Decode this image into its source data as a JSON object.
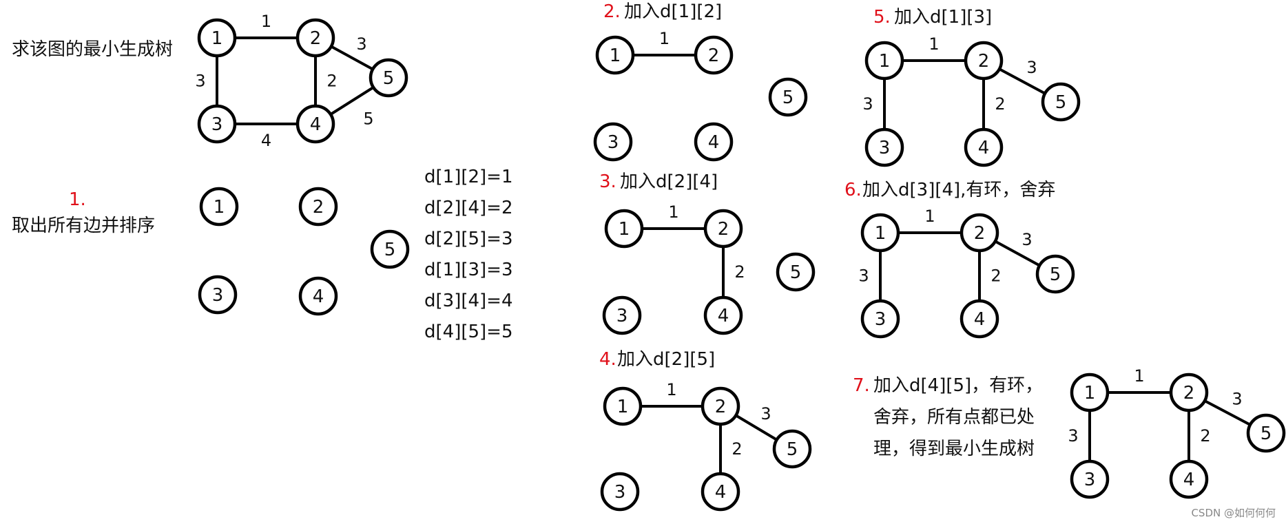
{
  "intro": {
    "title": "求该图的最小生成树",
    "step1_number": "1.",
    "step1_text": "取出所有边并排序"
  },
  "sorted_edges": [
    "d[1][2]=1",
    "d[2][4]=2",
    "d[2][5]=3",
    "d[1][3]=3",
    "d[3][4]=4",
    "d[4][5]=5"
  ],
  "steps": [
    {
      "number": "2.",
      "text": "加入d[1][2]"
    },
    {
      "number": "3.",
      "text": "加入d[2][4]"
    },
    {
      "number": "4.",
      "text": "加入d[2][5]"
    },
    {
      "number": "5.",
      "text": "加入d[1][3]"
    },
    {
      "number": "6.",
      "text": "加入d[3][4],有环，舍弃"
    },
    {
      "number": "7.",
      "lines": [
        "加入d[4][5]，有环，",
        "舍弃，所有点都已处",
        "理，得到最小生成树"
      ]
    }
  ],
  "graphs": [
    {
      "id": "original",
      "edges": [
        [
          "1",
          "2",
          "1"
        ],
        [
          "1",
          "3",
          "3"
        ],
        [
          "2",
          "4",
          "2"
        ],
        [
          "2",
          "5",
          "3"
        ],
        [
          "3",
          "4",
          "4"
        ],
        [
          "4",
          "5",
          "5"
        ]
      ]
    },
    {
      "id": "isolated",
      "edges": []
    },
    {
      "id": "step2",
      "edges": [
        [
          "1",
          "2",
          "1"
        ]
      ]
    },
    {
      "id": "step3",
      "edges": [
        [
          "1",
          "2",
          "1"
        ],
        [
          "2",
          "4",
          "2"
        ]
      ]
    },
    {
      "id": "step4",
      "edges": [
        [
          "1",
          "2",
          "1"
        ],
        [
          "2",
          "4",
          "2"
        ],
        [
          "2",
          "5",
          "3"
        ]
      ]
    },
    {
      "id": "step5",
      "edges": [
        [
          "1",
          "2",
          "1"
        ],
        [
          "1",
          "3",
          "3"
        ],
        [
          "2",
          "4",
          "2"
        ],
        [
          "2",
          "5",
          "3"
        ]
      ]
    },
    {
      "id": "step6",
      "edges": [
        [
          "1",
          "2",
          "1"
        ],
        [
          "1",
          "3",
          "3"
        ],
        [
          "2",
          "4",
          "2"
        ],
        [
          "2",
          "5",
          "3"
        ]
      ]
    },
    {
      "id": "final",
      "edges": [
        [
          "1",
          "2",
          "1"
        ],
        [
          "1",
          "3",
          "3"
        ],
        [
          "2",
          "4",
          "2"
        ],
        [
          "2",
          "5",
          "3"
        ]
      ]
    }
  ],
  "watermark": "CSDN @如何何何",
  "colors": {
    "step_number": "#e0101a",
    "text": "#111111",
    "line": "#000000"
  }
}
